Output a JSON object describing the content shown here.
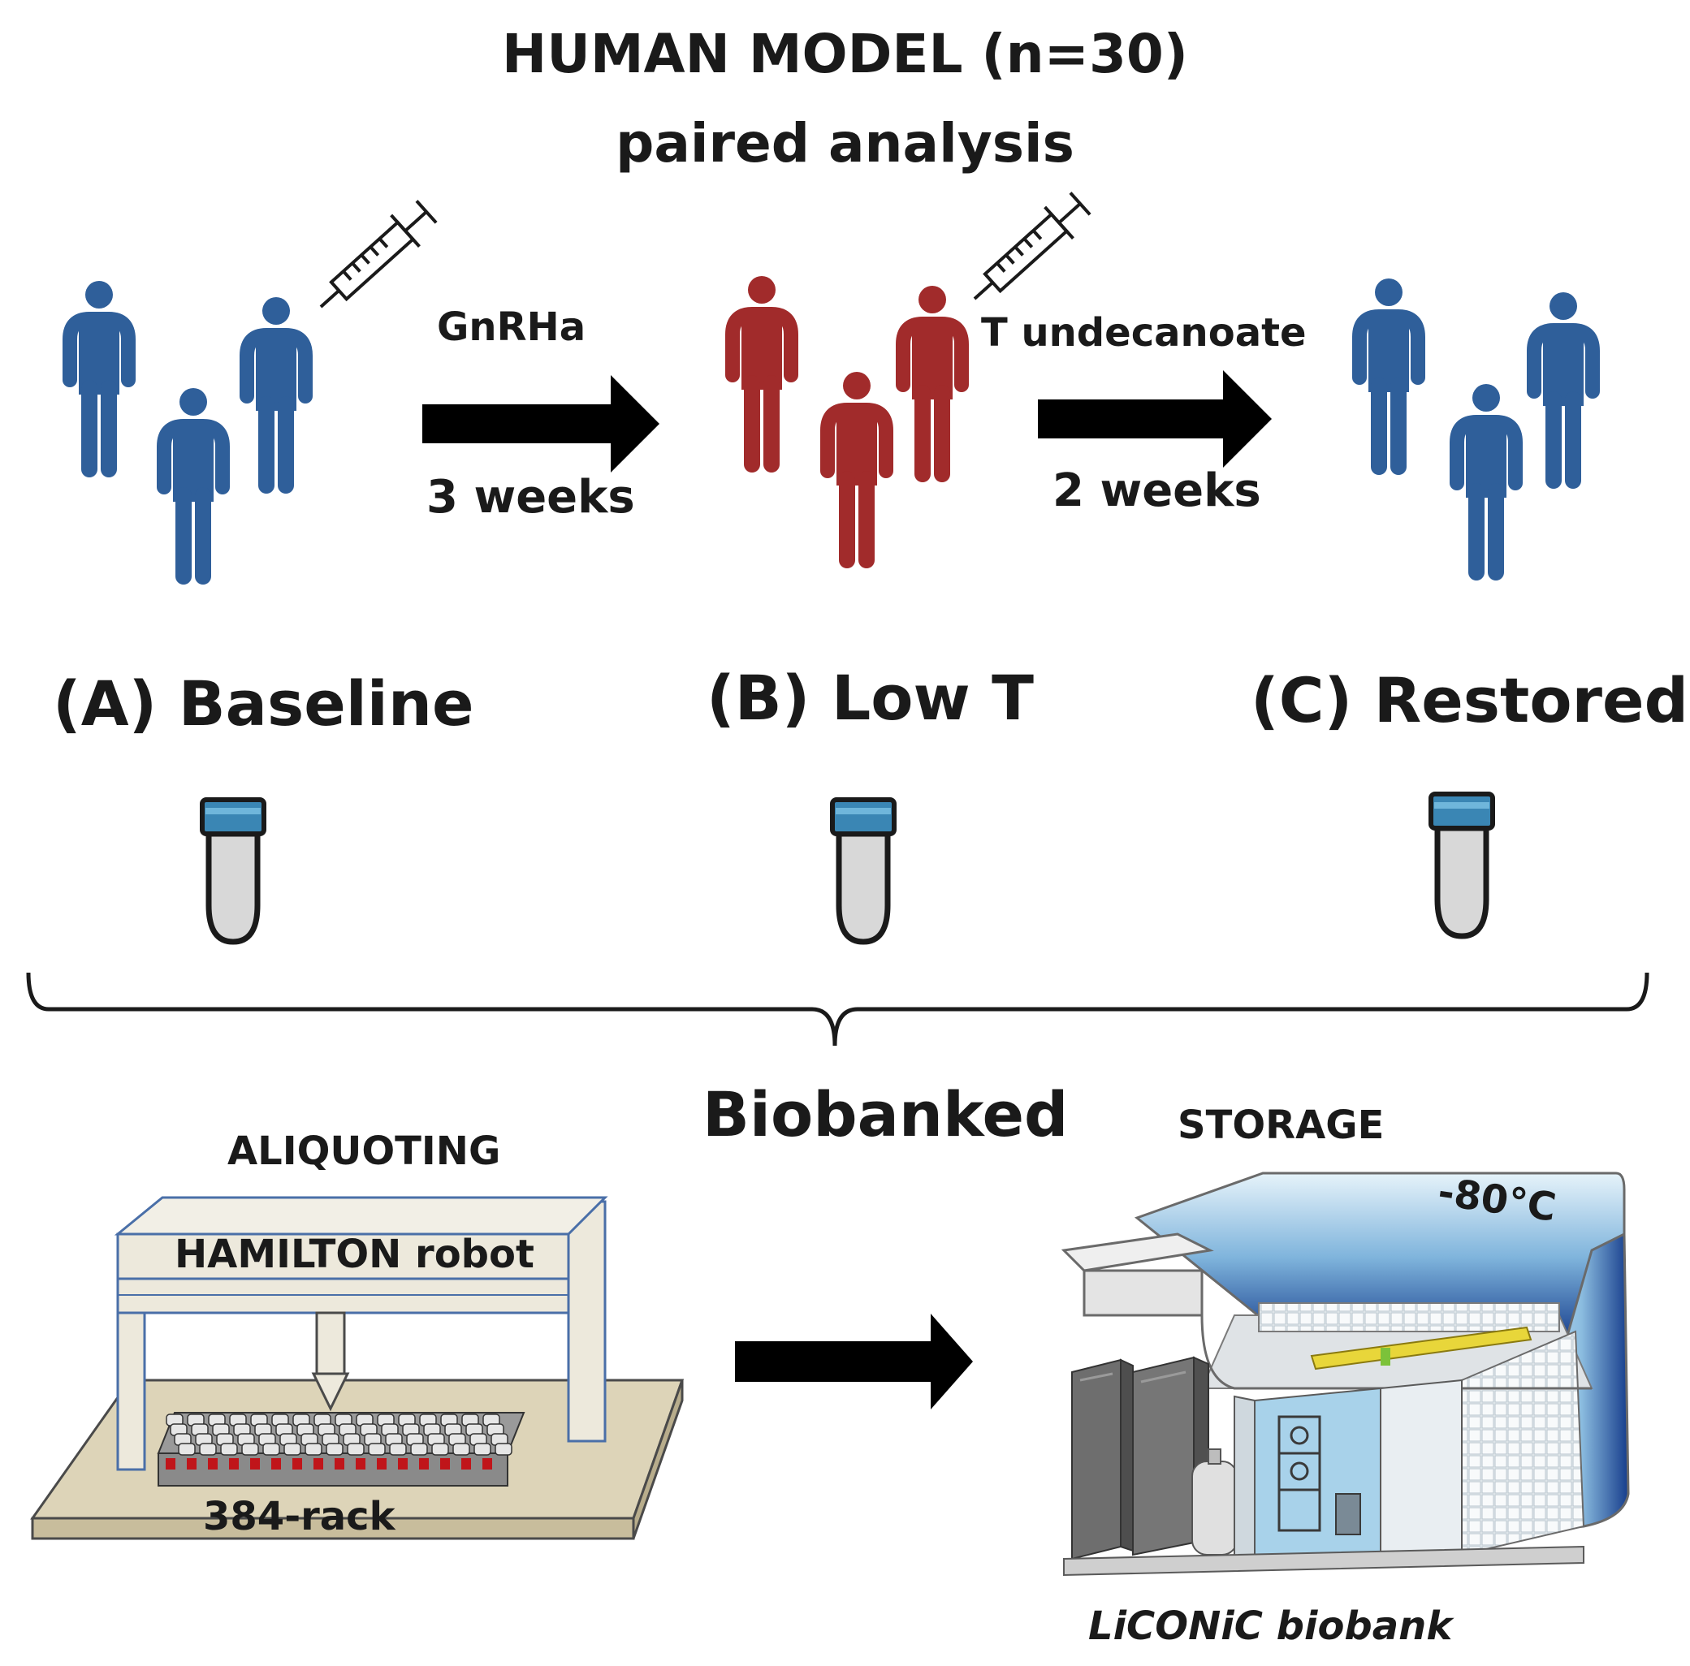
{
  "title": {
    "line1": "HUMAN MODEL (n=30)",
    "line2": "paired analysis"
  },
  "arrows": {
    "first": {
      "drug": "GnRHa",
      "duration": "3 weeks"
    },
    "second": {
      "drug": "T undecanoate",
      "duration": "2 weeks"
    }
  },
  "stages": [
    {
      "label": "(A) Baseline",
      "color": "#2f5f9a"
    },
    {
      "label": "(B) Low T",
      "color": "#a12b2b"
    },
    {
      "label": "(C) Restored T",
      "color": "#2f5f9a"
    }
  ],
  "biobanked": "Biobanked",
  "aliquoting": {
    "heading": "ALIQUOTING",
    "robot": "HAMILTON robot",
    "rack": "384-rack"
  },
  "storage": {
    "heading": "STORAGE",
    "temperature": "-80°C",
    "caption": "LiCONiC biobank"
  },
  "colors": {
    "baseline_people": "#2f5f9a",
    "low_t_people": "#a12b2b",
    "tube_cap": "#3a86b4",
    "tube_body": "#d8d8d8",
    "storage_gradient": "#163d8c"
  }
}
